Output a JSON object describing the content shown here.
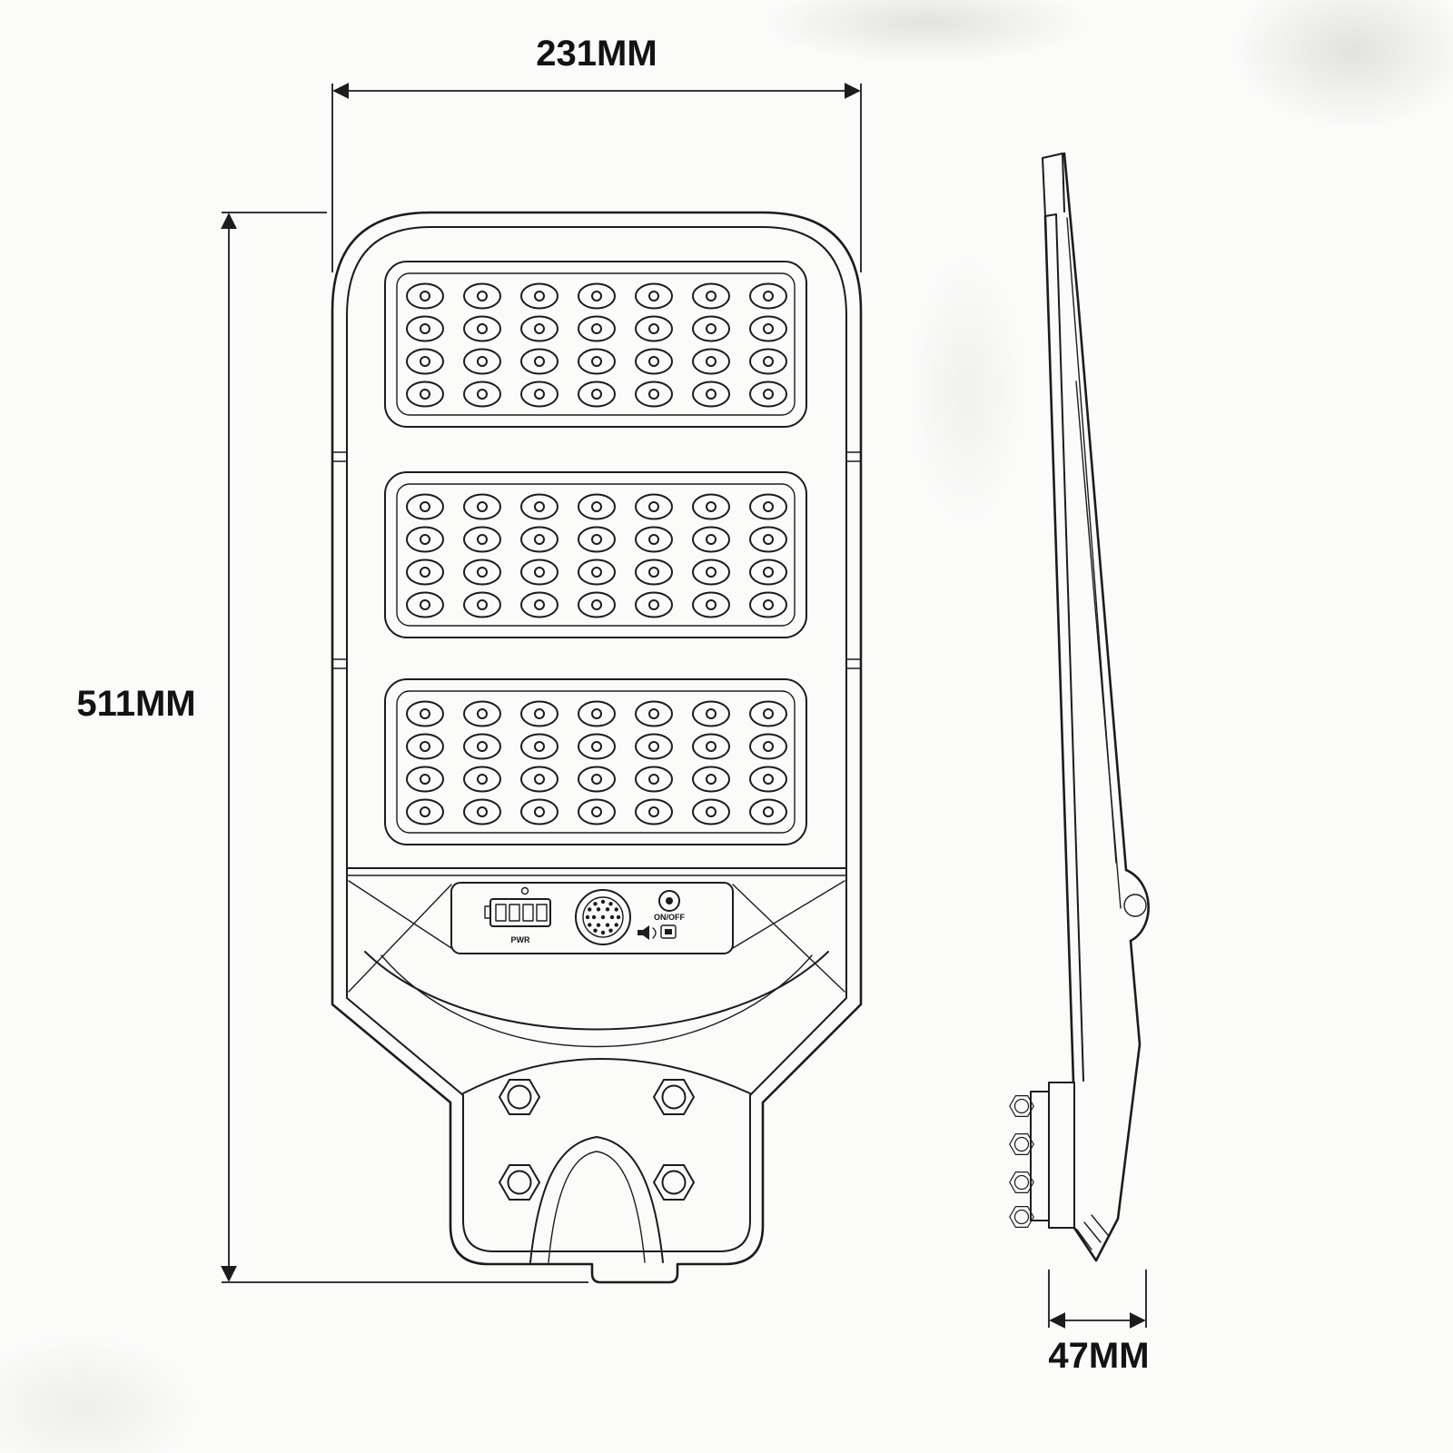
{
  "dimensions": {
    "width": "231MM",
    "height": "511MM",
    "depth": "47MM"
  },
  "led_panels": {
    "count": 3,
    "rows": 4,
    "cols": 7
  },
  "controls": {
    "battery_label": "PWR",
    "power_label": "ON/OFF"
  },
  "colors": {
    "line": "#1c1c1c",
    "background": "#fbfbfa"
  }
}
